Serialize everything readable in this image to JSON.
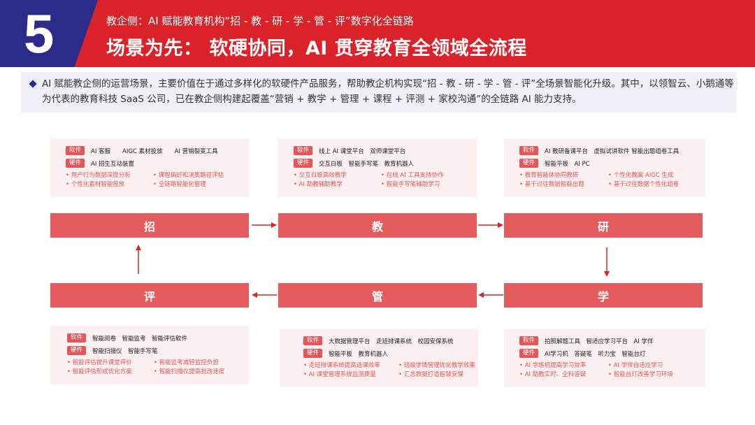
{
  "header": {
    "number": "5",
    "subtitle": "教企侧：AI 赋能教育机构“招 - 教 - 研 - 学 - 管 - 评”数字化全链路",
    "title": "场景为先： 软硬协同，AI 贯穿教育全领域全流程"
  },
  "intro": {
    "text": "AI 赋能教企侧的运营场景，主要价值在于通过多样化的软硬件产品服务，帮助教企机构实现“招 - 教 - 研 - 学 - 管 - 评”全场景智能化升级。其中，以领智云、小鹅通等为代表的教育科技 SaaS 公司，已在教企侧构建起覆盖“营销 + 教学 + 管理 + 课程 + 评测 + 家校沟通”的全链路 AI 能力支持。"
  },
  "stages": {
    "zhao": "招",
    "jiao": "教",
    "yan": "研",
    "xue": "学",
    "guan": "管",
    "ping": "评"
  },
  "cards": {
    "zhao": {
      "software_tag": "软件",
      "software": "AI 客服　　AIGC 素材投放　　AI 营销裂变工具",
      "hardware_tag": "硬件",
      "hardware": "AI 招生互动装置",
      "bullets": [
        "用户行为数据深度分析",
        "课程偏好和决策路径评估",
        "个性化素材智能投放",
        "全链路智能化管理"
      ]
    },
    "jiao": {
      "software_tag": "软件",
      "software": "线上 AI 课堂平台　双师课堂平台",
      "hardware_tag": "硬件",
      "hardware": "交互白板　智能手写笔　教育机器人",
      "bullets": [
        "交互白板高效教学",
        "在线 AI 工具支持协作",
        "AI 助教辅助教学",
        "智能手写笔辅助学习"
      ]
    },
    "yan": {
      "software_tag": "软件",
      "software": "AI 教研备课平台　虚拟试讲软件 智能出题组卷工具",
      "hardware_tag": "硬件",
      "hardware": "智能平板　AI PC",
      "bullets": [
        "教育智能体协同教研",
        "个性化教案 AIGC 生成",
        "基于过往数据智能出题",
        "基于过往数据个性化组卷"
      ]
    },
    "ping": {
      "software_tag": "软件",
      "software": "智能阅卷　智能监考　智能评估软件",
      "hardware_tag": "硬件",
      "hardware": "智能扫描仪　智能手写笔",
      "bullets": [
        "智能评估提升课堂评价",
        "智能监考减轻监控负担",
        "智能评估形成优化方案",
        "智能扫描仪提高批改速度"
      ]
    },
    "guan": {
      "software_tag": "软件",
      "software": "大数据管理平台　走班排课系统　校园安保系统",
      "hardware_tag": "硬件",
      "hardware": "智能平板　教育机器人",
      "bullets": [
        "走班排课系统提高选课效率",
        "班级学情管理优化教学效果",
        "AI 课堂管理系统监测质量",
        "汇总数据打造智慧安保"
      ]
    },
    "xue": {
      "software_tag": "软件",
      "software": "拍照解题工具　智适应学习平台　AI 学伴",
      "hardware_tag": "硬件",
      "hardware": "AI学习机　答疑笔　听力宝　智能台灯",
      "bullets": [
        "AI 学练机提高学习效率",
        "AI 学伴自适应学习",
        "AI 助教实时、全科答疑",
        "智能台灯改善学习环境"
      ]
    }
  },
  "colors": {
    "header_red": "#d9222a",
    "header_blue": "#2b2b8a",
    "stage": "#e55c5e",
    "arrow": "#d9222a",
    "card_bg": "#fdf0f0"
  }
}
